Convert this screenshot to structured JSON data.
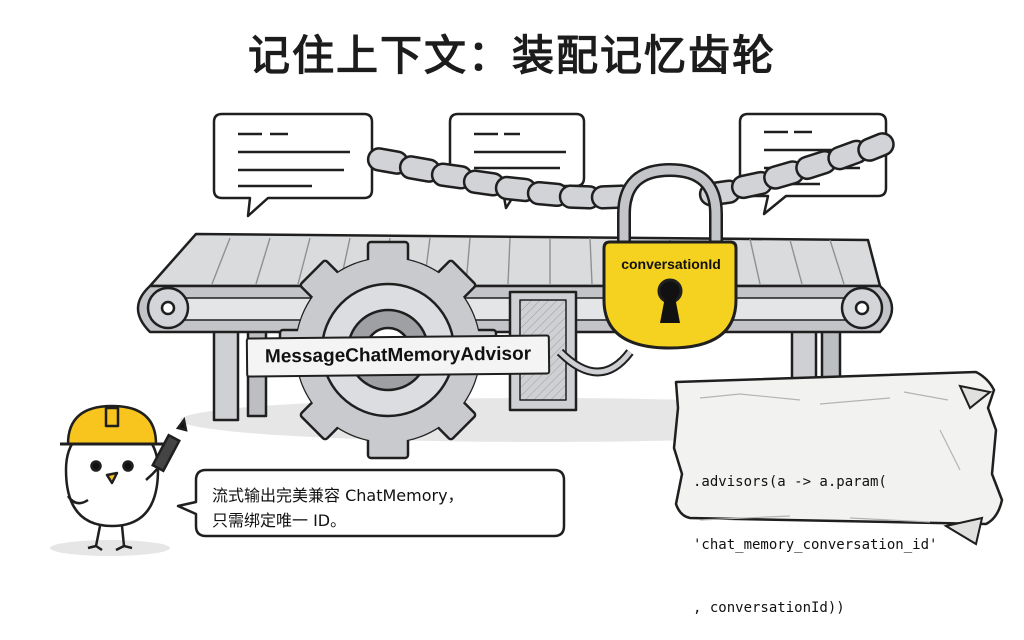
{
  "title": "记住上下文：装配记忆齿轮",
  "advisor_label": "MessageChatMemoryAdvisor",
  "lock_label": "conversationId",
  "chick_speech": {
    "line1": "流式输出完美兼容 ChatMemory，",
    "line2": "只需绑定唯一 ID。"
  },
  "code_snippet": {
    "line1": ".advisors(a -> a.param(",
    "line2": "'chat_memory_conversation_id'",
    "line3": ", conversationId))"
  },
  "colors": {
    "lock_yellow": "#f5d21f",
    "helmet_yellow": "#f7c51e",
    "metal_gray": "#cfd0d3",
    "ink": "#1f1f1f"
  },
  "icons": [
    "chat-bubble-icon",
    "chain-icon",
    "padlock-icon",
    "gear-icon",
    "conveyor-belt-icon",
    "chick-mascot-icon",
    "pen-icon"
  ]
}
